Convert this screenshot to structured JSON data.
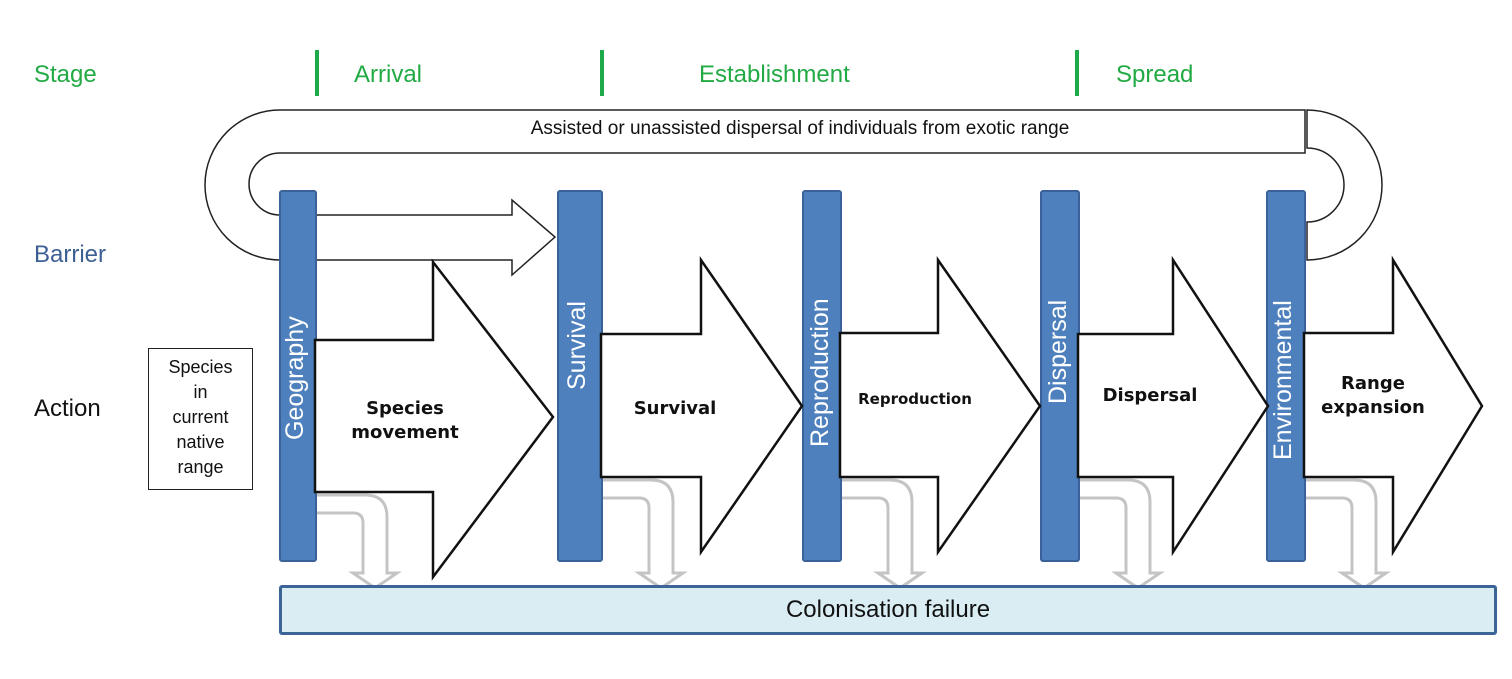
{
  "rows": {
    "stage_label": "Stage",
    "barrier_label": "Barrier",
    "action_label": "Action"
  },
  "stages": [
    {
      "label": "Arrival"
    },
    {
      "label": "Establishment"
    },
    {
      "label": "Spread"
    }
  ],
  "barriers": [
    {
      "label": "Geography"
    },
    {
      "label": "Survival"
    },
    {
      "label": "Reproduction"
    },
    {
      "label": "Dispersal"
    },
    {
      "label": "Environmental"
    }
  ],
  "actions": [
    {
      "line1": "Species",
      "line2": "movement"
    },
    {
      "line1": "Survival",
      "line2": ""
    },
    {
      "line1": "Reproduction",
      "line2": ""
    },
    {
      "line1": "Dispersal",
      "line2": ""
    },
    {
      "line1": "Range",
      "line2": "expansion"
    }
  ],
  "native_range": {
    "lines": [
      "Species",
      "in",
      "current",
      "native",
      "range"
    ]
  },
  "dispersal_loop_label": "Assisted or unassisted  dispersal of individuals  from exotic range",
  "failure_label": "Colonisation  failure",
  "colors": {
    "stage_green": "#22aa44",
    "barrier_blue": "#4e80bd",
    "barrier_label_blue": "#3d5f94",
    "failure_fill": "#daedf3",
    "failure_border": "#3d6497",
    "failure_arrow_gray": "#c4c4c4"
  }
}
